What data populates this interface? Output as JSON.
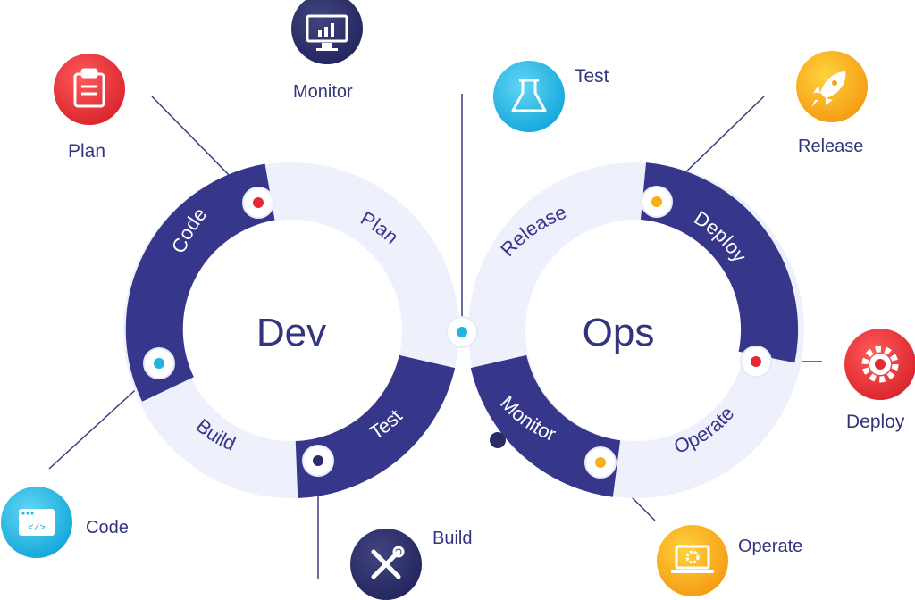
{
  "center": {
    "dev": "Dev",
    "ops": "Ops"
  },
  "ring_segments": {
    "code": "Code",
    "plan": "Plan",
    "build": "Build",
    "test": "Test",
    "release": "Release",
    "deploy": "Deploy",
    "monitor": "Monitor",
    "operate": "Operate"
  },
  "badges": {
    "plan": {
      "label": "Plan",
      "icon": "clipboard-icon",
      "color": "#e8343b"
    },
    "monitor": {
      "label": "Monitor",
      "icon": "monitor-icon",
      "color": "#2e3171"
    },
    "test": {
      "label": "Test",
      "icon": "flask-icon",
      "color": "#24b8e6"
    },
    "release": {
      "label": "Release",
      "icon": "rocket-icon",
      "color": "#f7a81b"
    },
    "deploy": {
      "label": "Deploy",
      "icon": "gear-icon",
      "color": "#e8343b"
    },
    "operate": {
      "label": "Operate",
      "icon": "laptop-gear-icon",
      "color": "#f7a81b"
    },
    "build": {
      "label": "Build",
      "icon": "tools-icon",
      "color": "#2e3171"
    },
    "code": {
      "label": "Code",
      "icon": "code-window-icon",
      "color": "#24b8e6"
    }
  },
  "colors": {
    "navy": "#36368a",
    "light": "#eef1fb",
    "text": "#33347f",
    "red": "#e32a32",
    "cyan": "#1fb5e0",
    "yellow": "#f5b014",
    "dark": "#2b2c66"
  }
}
